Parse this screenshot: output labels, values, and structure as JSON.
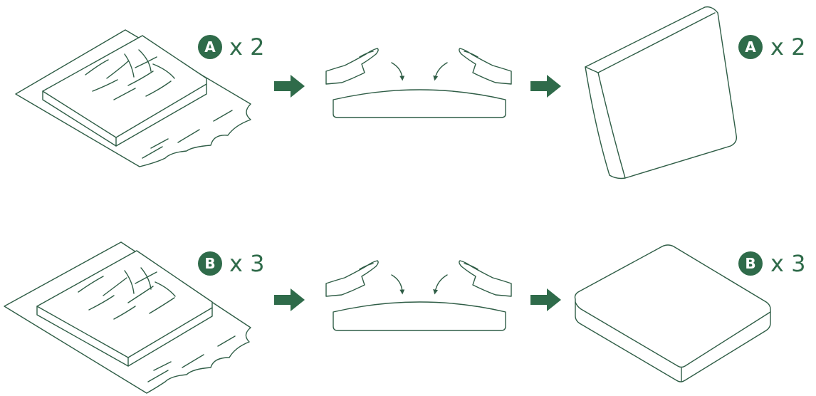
{
  "colors": {
    "accent": "#2f6b4a",
    "line": "#2f5d46"
  },
  "rows": [
    {
      "badge_letter": "A",
      "quantity": "x 2",
      "result_badge_letter": "A",
      "result_quantity": "x 2"
    },
    {
      "badge_letter": "B",
      "quantity": "x 3",
      "result_badge_letter": "B",
      "result_quantity": "x 3"
    }
  ]
}
